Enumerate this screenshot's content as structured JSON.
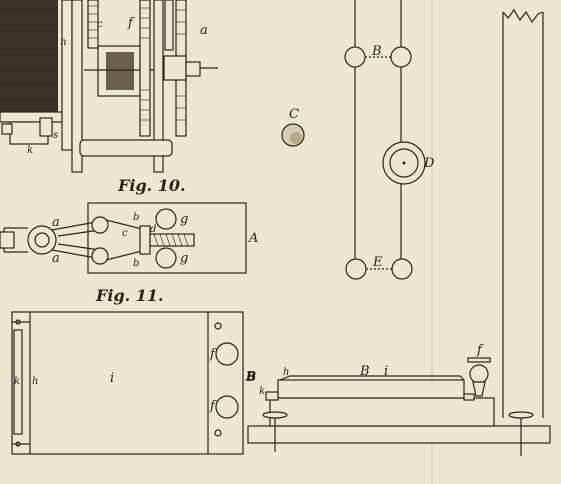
{
  "figures": {
    "fig10_caption": "Fig. 10.",
    "fig11_caption": "Fig. 11."
  },
  "labels": {
    "top_n": "n",
    "top_c": "c",
    "top_f": "f",
    "top_a": "a",
    "top_s": "s",
    "top_k": "k",
    "C": "C",
    "B_frame": "B",
    "D": "D",
    "E": "E",
    "fig10_A": "A",
    "fig10_a_upper": "a",
    "fig10_a_lower": "a",
    "fig10_b_upper": "b",
    "fig10_b_lower": "b",
    "fig10_c": "c",
    "fig10_d": "d",
    "fig10_g_upper": "g",
    "fig10_g_lower": "g",
    "fig11_k": "k",
    "fig11_h": "h",
    "fig11_i": "i",
    "fig11_f_upper": "f",
    "fig11_f_lower": "f",
    "fig11_B": "B",
    "side_B": "B",
    "side_k": "k",
    "side_h": "h",
    "side_Bi_B": "B",
    "side_Bi_i": "i",
    "side_f": "f"
  }
}
